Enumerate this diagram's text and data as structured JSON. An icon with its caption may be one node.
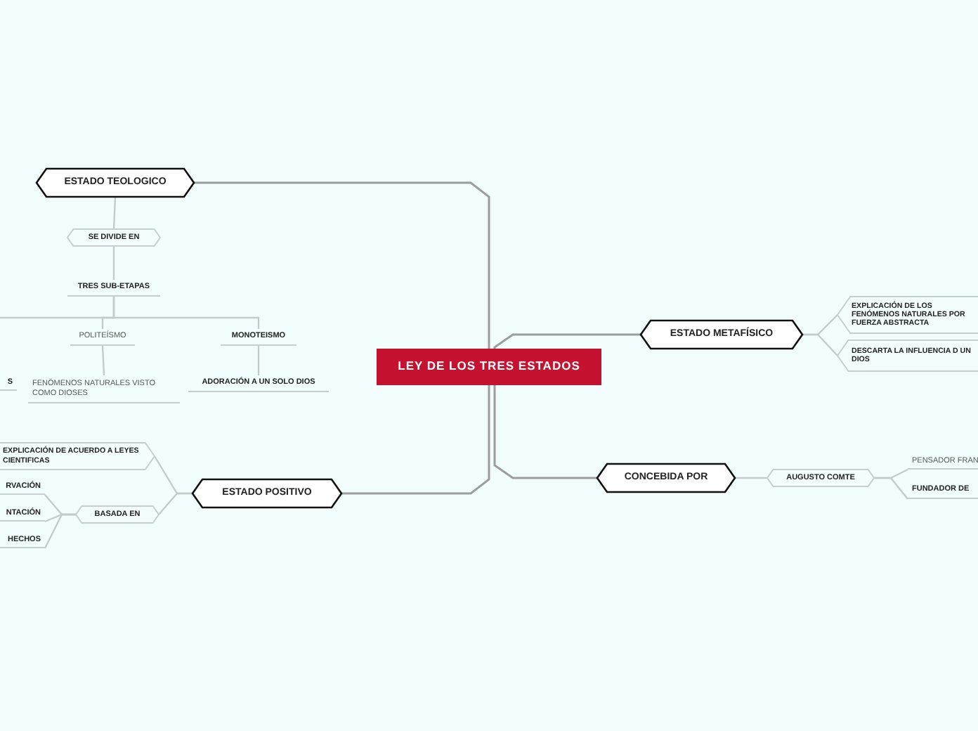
{
  "diagram": {
    "nodes": [
      {
        "text": [
          "LEY DE LOS TRES  ESTADOS"
        ]
      },
      {
        "text": [
          "ESTADO TEOLOGICO"
        ]
      },
      {
        "text": [
          "SE DIVIDE EN"
        ]
      },
      {
        "text": [
          "TRES SUB-ETAPAS"
        ]
      },
      {
        "text": [
          "S"
        ]
      },
      {
        "text": [
          "POLITEÍSMO"
        ]
      },
      {
        "text": [
          "FENÓMENOS NATURALES VISTO COMO DIOSES"
        ]
      },
      {
        "text": [
          "MONOTEISMO"
        ]
      },
      {
        "text": [
          "ADORACIÓN A UN SOLO DIOS"
        ]
      },
      {
        "text": [
          "ESTADO METAFÍSICO"
        ]
      },
      {
        "text": [
          "EXPLICACIÓN DE LOS FENÓMENOS NATURALES POR FUERZA ABSTRACTA"
        ]
      },
      {
        "text": [
          "DESCARTA LA INFLUENCIA D UN DIOS"
        ]
      },
      {
        "text": [
          "ESTADO POSITIVO"
        ]
      },
      {
        "text": [
          "EXPLICACIÓN DE ACUERDO A LEYES CIENTIFICAS"
        ]
      },
      {
        "text": [
          "BASADA EN"
        ]
      },
      {
        "text": [
          "RVACIÓN"
        ]
      },
      {
        "text": [
          "NTACIÓN"
        ]
      },
      {
        "text": [
          "HECHOS"
        ]
      },
      {
        "text": [
          "CONCEBIDA POR"
        ]
      },
      {
        "text": [
          "AUGUSTO COMTE"
        ]
      },
      {
        "text": [
          "PENSADOR FRAN"
        ]
      },
      {
        "text": [
          "FUNDADOR DE"
        ]
      }
    ],
    "edges": [
      {
        "from": 0,
        "to": 1,
        "arrow": "none"
      },
      {
        "from": 0,
        "to": 9,
        "arrow": "none"
      },
      {
        "from": 0,
        "to": 12,
        "arrow": "none"
      },
      {
        "from": 0,
        "to": 18,
        "arrow": "none"
      },
      {
        "from": 1,
        "to": 2,
        "arrow": "none"
      },
      {
        "from": 2,
        "to": 3,
        "arrow": "none"
      },
      {
        "from": 3,
        "to": null,
        "arrow": "none"
      },
      {
        "from": 3,
        "to": 5,
        "arrow": "none"
      },
      {
        "from": 3,
        "to": 7,
        "arrow": "none"
      },
      {
        "from": 5,
        "to": 6,
        "arrow": "none"
      },
      {
        "from": 7,
        "to": 8,
        "arrow": "none"
      },
      {
        "from": 9,
        "to": 10,
        "arrow": "none"
      },
      {
        "from": 9,
        "to": 11,
        "arrow": "none"
      },
      {
        "from": 12,
        "to": 13,
        "arrow": "none"
      },
      {
        "from": 12,
        "to": 14,
        "arrow": "none"
      },
      {
        "from": 14,
        "to": 15,
        "arrow": "none"
      },
      {
        "from": 14,
        "to": 16,
        "arrow": "none"
      },
      {
        "from": 14,
        "to": 17,
        "arrow": "none"
      },
      {
        "from": 18,
        "to": 19,
        "arrow": "none"
      },
      {
        "from": 19,
        "to": 20,
        "arrow": "none"
      },
      {
        "from": 19,
        "to": 21,
        "arrow": "none"
      }
    ]
  }
}
